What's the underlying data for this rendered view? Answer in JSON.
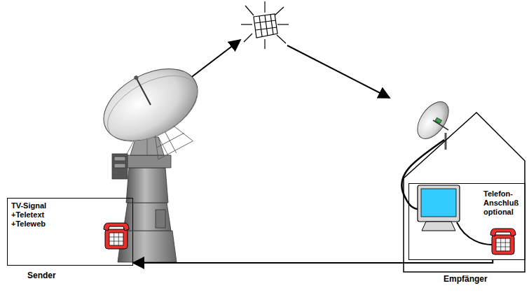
{
  "diagram": {
    "nodes": [
      {
        "text": [
          "TV-Signal +Teletext +Teleweb",
          "Sender"
        ]
      },
      {
        "text": [
          "Empfänger"
        ]
      },
      {
        "text": [
          "Telefon-Anschluß optional"
        ],
        "in": 1
      }
    ],
    "edges": [
      {
        "from": 2,
        "to": 0,
        "arrow": "to"
      }
    ]
  }
}
